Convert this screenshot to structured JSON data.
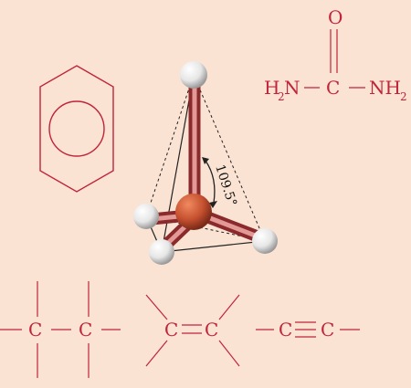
{
  "colors": {
    "background": "#fbe3d3",
    "formula": "#c0243a",
    "line": "#222222",
    "carbon_atom": "#c5502f",
    "hydrogen_atom": "#eeeeee",
    "bond": "#b8413f"
  },
  "urea": {
    "oxygen": "O",
    "carbon": "C",
    "left_group": "H",
    "left_sub": "2",
    "left_n": "N",
    "right_n": "NH",
    "right_sub": "2"
  },
  "tetrahedron": {
    "angle_label": "109.5°"
  },
  "ethane": {
    "carbon_1": "C",
    "carbon_2": "C"
  },
  "ethene": {
    "carbon_1": "C",
    "carbon_2": "C"
  },
  "ethyne": {
    "carbon_1": "C",
    "carbon_2": "C"
  },
  "icons": [
    "benzene-ring-icon",
    "tetrahedral-molecule-icon"
  ]
}
